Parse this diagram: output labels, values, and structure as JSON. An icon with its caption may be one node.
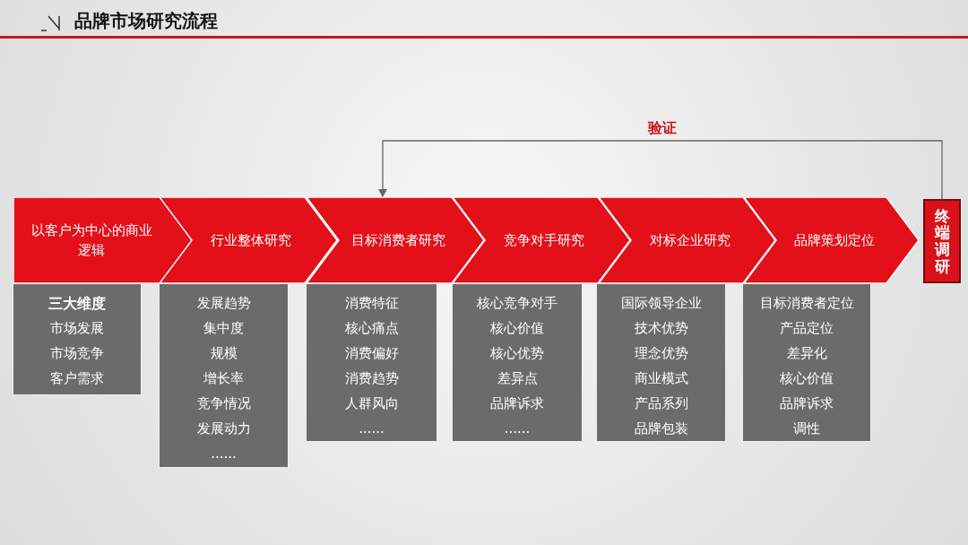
{
  "diagram": {
    "title": "品牌市场研究流程",
    "nodes": [
      {
        "text": [
          "以客户为中心的商业逻辑"
        ]
      },
      {
        "text": [
          "行业整体研究"
        ]
      },
      {
        "text": [
          "目标消费者研究"
        ]
      },
      {
        "text": [
          "竞争对手研究"
        ]
      },
      {
        "text": [
          "对标企业研究"
        ]
      },
      {
        "text": [
          "品牌策划定位"
        ]
      },
      {
        "text": [
          "终端调研"
        ]
      },
      {
        "text": [
          "三大维度",
          "市场发展",
          "市场竞争",
          "客户需求"
        ]
      },
      {
        "text": [
          "发展趋势",
          "集中度",
          "规模",
          "增长率",
          "竞争情况",
          "发展动力",
          "......"
        ]
      },
      {
        "text": [
          "消费特征",
          "核心痛点",
          "消费偏好",
          "消费趋势",
          "人群风向",
          "......"
        ]
      },
      {
        "text": [
          "核心竞争对手",
          "核心价值",
          "核心优势",
          "差异点",
          "品牌诉求",
          "......"
        ]
      },
      {
        "text": [
          "国际领导企业",
          "技术优势",
          "理念优势",
          "商业模式",
          "产品系列",
          "品牌包装"
        ]
      },
      {
        "text": [
          "目标消费者定位",
          "产品定位",
          "差异化",
          "核心价值",
          "品牌诉求",
          "调性"
        ]
      }
    ],
    "edges": [
      {
        "from": 6,
        "to": 2,
        "arrow": "to",
        "label": "验证"
      }
    ]
  }
}
